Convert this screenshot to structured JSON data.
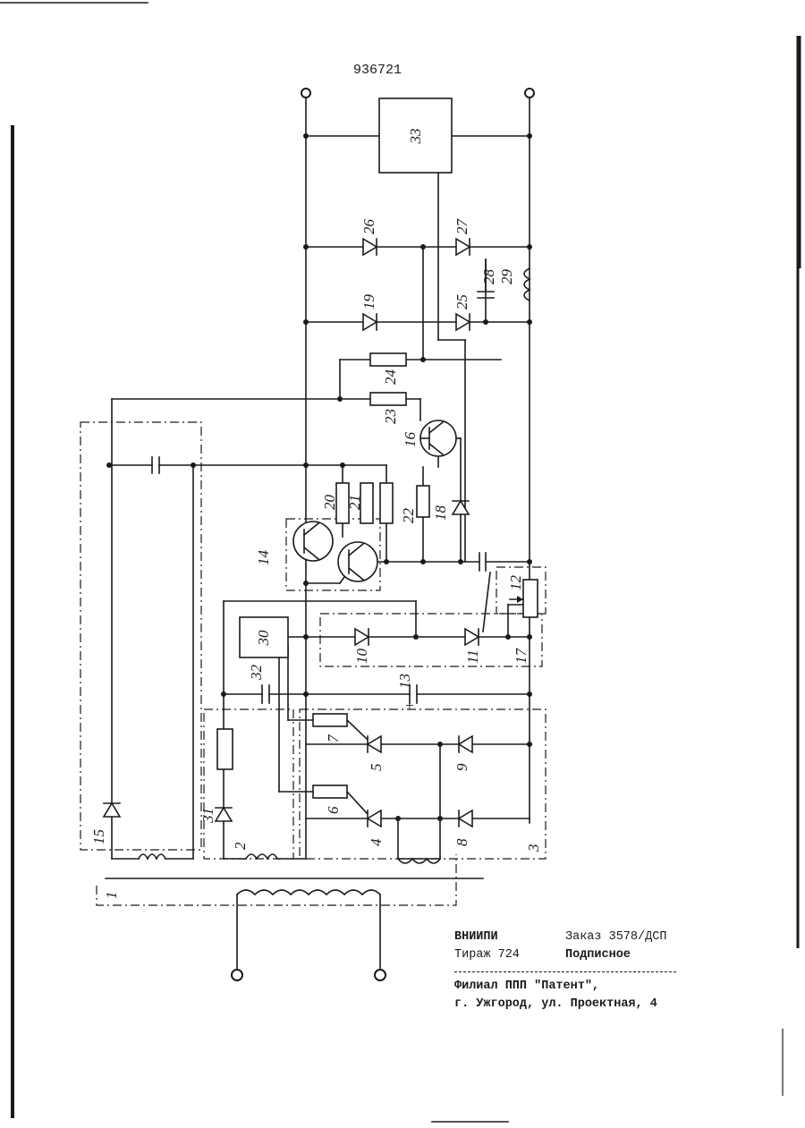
{
  "patent_number": "936721",
  "component_labels": {
    "c1": "1",
    "c2": "2",
    "c3": "3",
    "c4": "4",
    "c5": "5",
    "c6": "6",
    "c7": "7",
    "c8": "8",
    "c9": "9",
    "c10": "10",
    "c11": "11",
    "c12": "12",
    "c13": "13",
    "c14": "14",
    "c15": "15",
    "c16": "16",
    "c17": "17",
    "c18": "18",
    "c19": "19",
    "c20": "20",
    "c21": "21",
    "c22": "22",
    "c23": "23",
    "c24": "24",
    "c25": "25",
    "c26": "26",
    "c27": "27",
    "c28": "28",
    "c29": "29",
    "c30": "30",
    "c31": "31",
    "c32": "32",
    "c33": "33"
  },
  "polarity_mark": "+",
  "footer": {
    "org": "ВНИИПИ",
    "order": "Заказ 3578/ДСП",
    "circulation": "Тираж 724",
    "subscription": "Подписное",
    "branch": "Филиал ППП \"Патент\",",
    "address": "г. Ужгород, ул. Проектная, 4"
  }
}
